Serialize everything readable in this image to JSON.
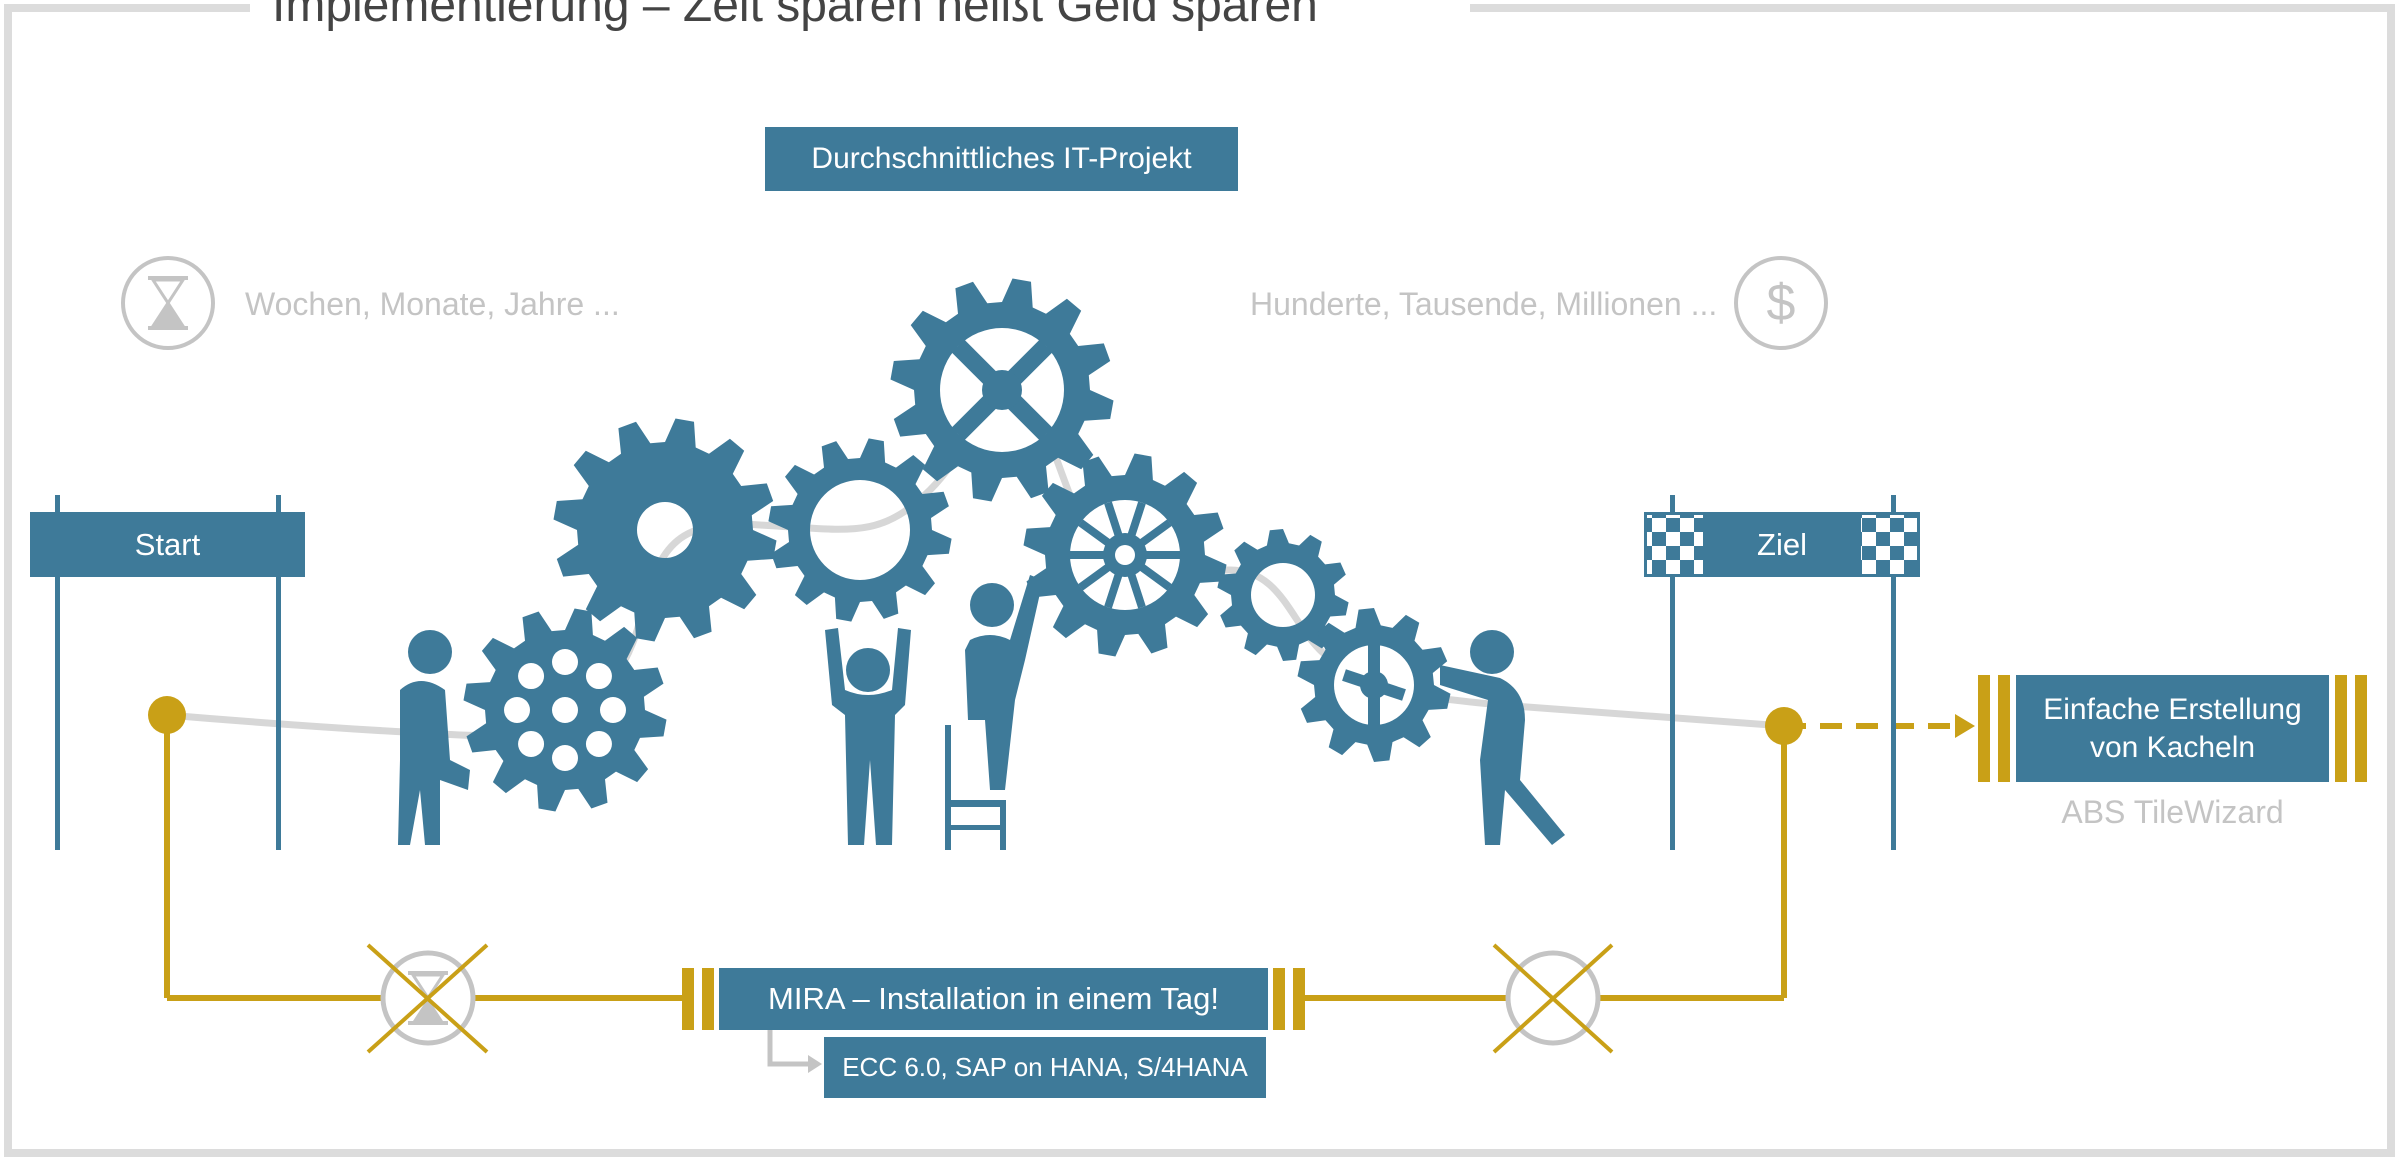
{
  "title": "Implementierung – Zeit sparen heißt Geld sparen",
  "project_label": "Durchschnittliches IT-Projekt",
  "time_text": "Wochen, Monate, Jahre ...",
  "cost_text": "Hunderte, Tausende, Millionen ...",
  "start_label": "Start",
  "goal_label": "Ziel",
  "mira_label": "MIRA – Installation in einem Tag!",
  "systems_label": "ECC 6.0, SAP on HANA, S/4HANA",
  "tile_label_line1": "Einfache Erstellung",
  "tile_label_line2": "von Kacheln",
  "tile_product": "ABS TileWizard",
  "currency_symbol": "$",
  "colors": {
    "primary_blue": "#3e7a99",
    "gold": "#c9a017",
    "light_gray": "#c4c4c4",
    "frame_gray": "#dcdcdc"
  },
  "icons": [
    "hourglass-icon",
    "dollar-icon",
    "crossed-hourglass-icon",
    "crossed-dollar-icon",
    "gear-icon",
    "person-icon",
    "checkered-flag-icon"
  ]
}
